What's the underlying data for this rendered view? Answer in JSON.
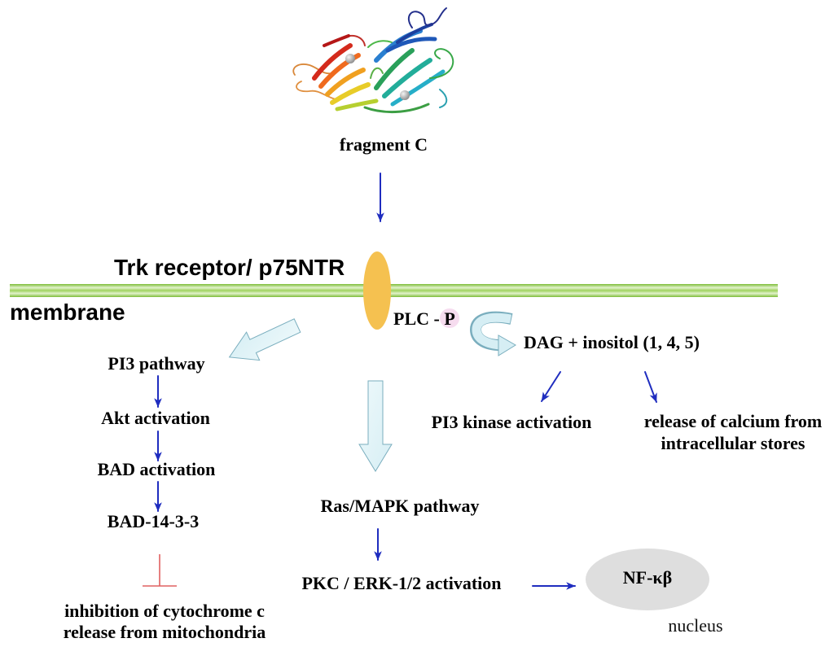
{
  "top": {
    "protein_icon": "protein-ribbon-structure",
    "caption": "fragment C"
  },
  "membrane": {
    "receptor_label": "Trk receptor/ p75NTR",
    "label": "membrane"
  },
  "plc": {
    "label": "PLC - P",
    "products": "DAG + inositol (1, 4, 5)",
    "outcome_left": "PI3 kinase activation",
    "outcome_right_lines": [
      "release of calcium from",
      "intracellular stores"
    ]
  },
  "pi3_branch": {
    "steps": [
      "PI3 pathway",
      "Akt activation",
      "BAD activation",
      "BAD-14-3-3"
    ],
    "inhibited_lines": [
      "inhibition of cytochrome c",
      "release from mitochondria"
    ]
  },
  "mapk_branch": {
    "steps": [
      "Ras/MAPK pathway",
      "PKC / ERK-1/2 activation"
    ],
    "target": "NF-κβ",
    "compartment": "nucleus"
  },
  "colors": {
    "arrow_blue": "#1f2dbf",
    "membrane_dark": "#7dbd38",
    "membrane_light": "#e2f2cc",
    "membrane_mid": "#9fd35e",
    "receptor_orange": "#f5c150",
    "phospho_pink": "#f6dcef",
    "pathway_arrow_fill": "#d6eef4",
    "pathway_arrow_stroke": "#7aaebe",
    "inhibition_red": "#e06060",
    "nucleus_gray": "#dedede"
  }
}
